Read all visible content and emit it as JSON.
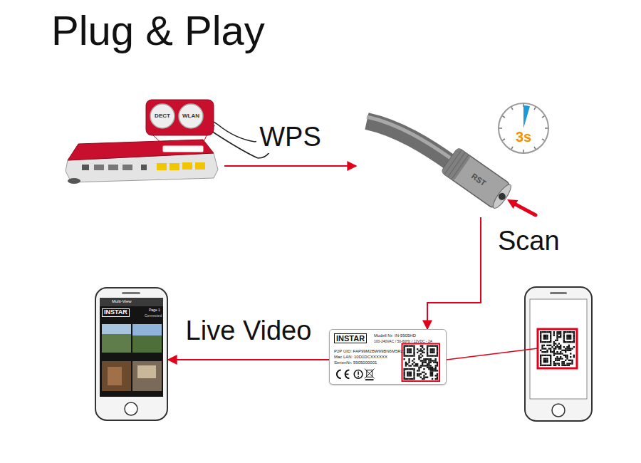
{
  "diagram": {
    "title": "Plug & Play",
    "nodes": [
      {
        "text": [
          "DECT",
          "WLAN"
        ]
      },
      {
        "text": [
          "RST"
        ]
      },
      {
        "text": [
          "3s"
        ]
      },
      {
        "text": [
          "Multi-View",
          "INSTAR",
          "Page 1",
          "Connected"
        ]
      },
      {
        "text": [
          "INSTAR",
          "Modell Nr: IN-5905HD",
          "100-240VAC / 50-60Hz / 12VDC - 2A",
          "P2P UID: FAP99M2BW99BN6M5R21",
          "Mac LAN: 10D1DCXXXXXX",
          "SerienNr: 5905000001"
        ]
      }
    ],
    "edges": [
      {
        "from": 0,
        "to": 1,
        "arrow": "to",
        "label": "WPS"
      },
      {
        "from": 1,
        "to": 4,
        "arrow": "to",
        "label": "Scan"
      },
      {
        "from": 4,
        "to": 3,
        "arrow": "to",
        "label": "Live Video"
      }
    ]
  }
}
